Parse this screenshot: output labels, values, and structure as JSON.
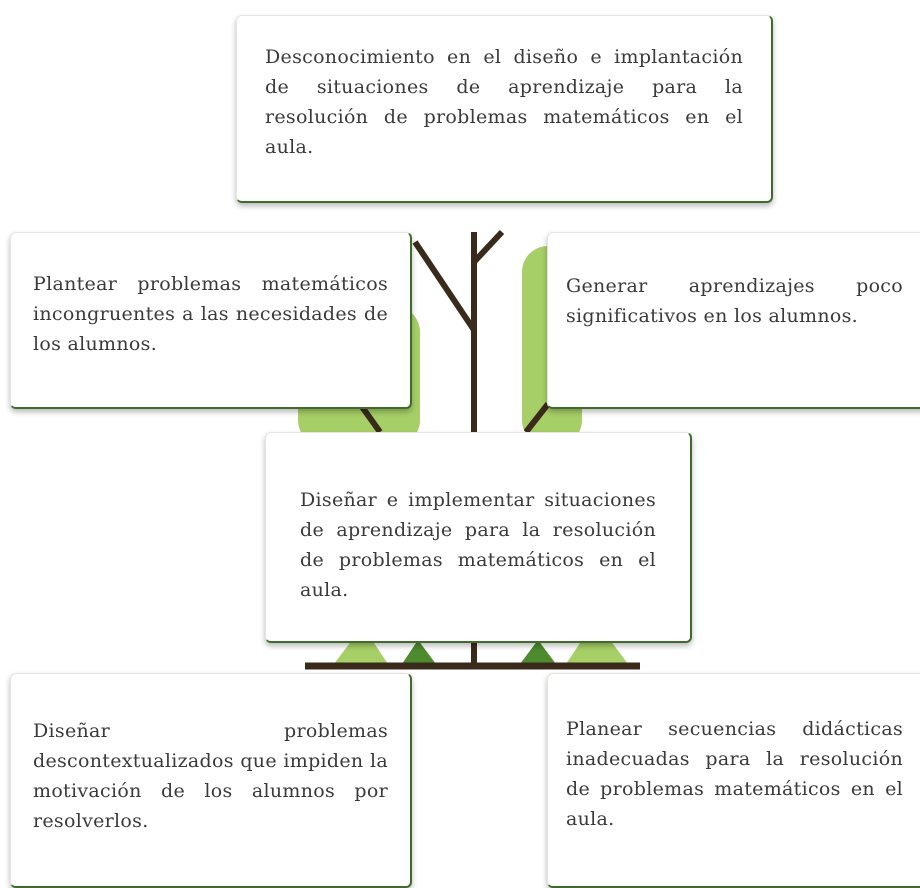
{
  "problem": "Desconocimiento en el diseño e implantación de situaciones de aprendizaje   para la resolución de problemas matemáticos en el aula.",
  "causes": [
    "Plantear problemas matemáticos incongruentes a las necesidades de los alumnos.",
    "Diseñar problemas descontextualizados que impiden la motivación de los alumnos por resolverlos."
  ],
  "effects": [
    "Generar aprendizajes poco significativos en los alumnos.",
    "Planear secuencias didácticas inadecuadas para la resolución de problemas matemáticos en el aula."
  ],
  "goal": "Diseñar e implementar situaciones de aprendizaje para la resolución de problemas matemáticos en el aula.",
  "colors": {
    "trunk": "#3a2a1c",
    "foliage_light": "#a6cf67",
    "foliage_dark": "#4e8a2e",
    "box_edge": "#3f6b2d"
  }
}
